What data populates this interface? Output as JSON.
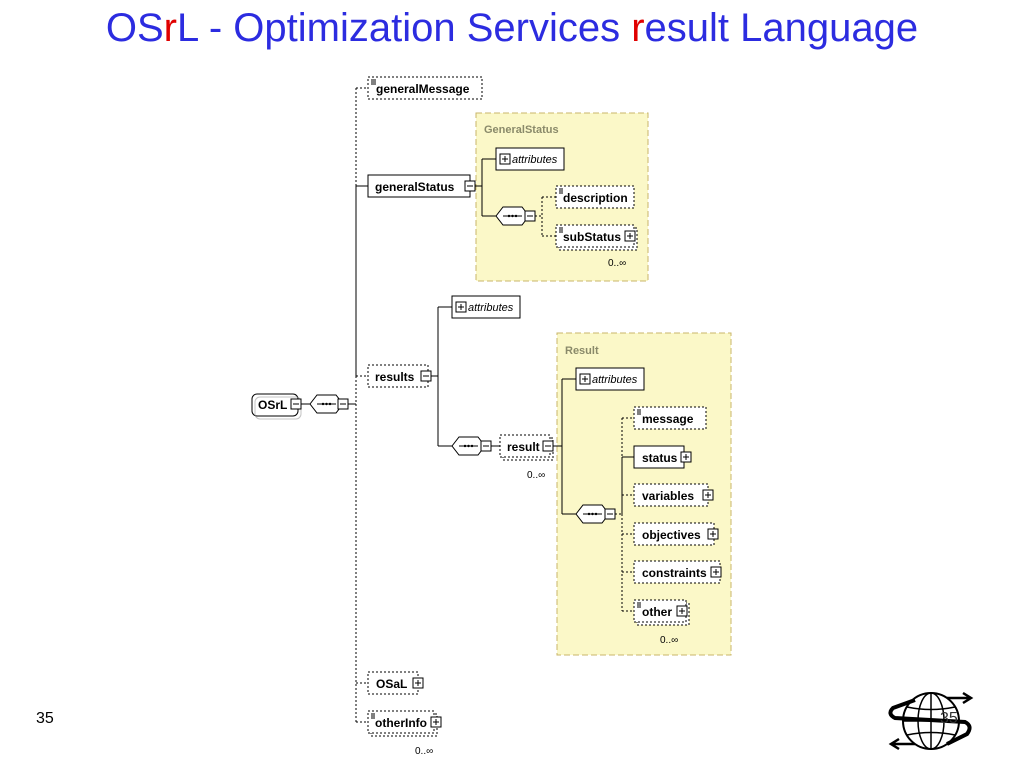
{
  "title": {
    "part1": "OS",
    "part2": "r",
    "part3": "L - Optimization Services ",
    "part4": "r",
    "part5": "esult Language"
  },
  "slide_number_left": "35",
  "slide_number_right": "35",
  "root": {
    "label": "OSrL"
  },
  "top_children": {
    "general_message": "generalMessage",
    "general_status": "generalStatus",
    "results": "results",
    "osal": "OSaL",
    "other_info": "otherInfo",
    "other_info_card": "0..∞"
  },
  "general_status_group": {
    "title": "GeneralStatus",
    "attributes": "attributes",
    "description": "description",
    "sub_status": "subStatus",
    "sub_status_card": "0..∞"
  },
  "results_branch": {
    "attributes": "attributes",
    "result": "result",
    "result_card": "0..∞"
  },
  "result_group": {
    "title": "Result",
    "attributes": "attributes",
    "items": [
      "message",
      "status",
      "variables",
      "objectives",
      "constraints",
      "other"
    ],
    "other_card": "0..∞"
  },
  "colors": {
    "title_blue": "#2c2ce0",
    "title_red": "#e00000",
    "group_fill": "#fbf8c8",
    "group_border": "#c8b66a"
  }
}
